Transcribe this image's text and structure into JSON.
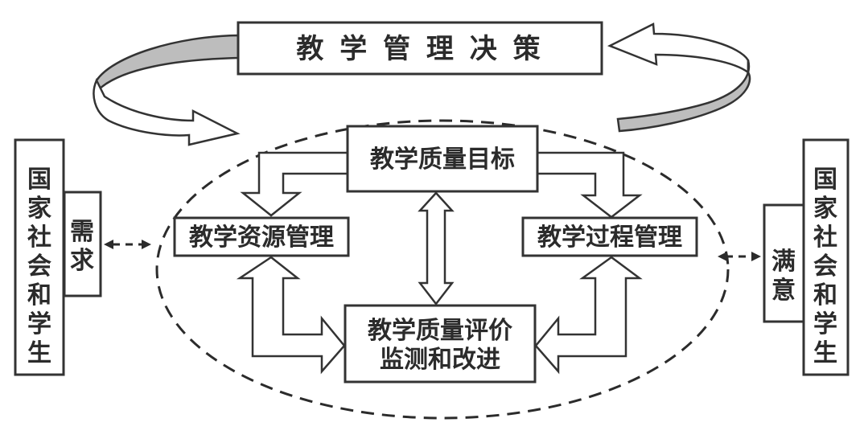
{
  "diagram": {
    "decision": {
      "label": "教 学 管 理 决 策"
    },
    "goal": {
      "label": "教学质量目标"
    },
    "resource": {
      "label": "教学资源管理"
    },
    "process": {
      "label": "教学过程管理"
    },
    "evaluation": {
      "line1": "教学质量评价",
      "line2": "监测和改进"
    },
    "left_party": {
      "chars": [
        "国",
        "家",
        "社",
        "会",
        "和",
        "学",
        "生"
      ]
    },
    "left_tag": {
      "chars": [
        "需",
        "求"
      ]
    },
    "right_party": {
      "chars": [
        "国",
        "家",
        "社",
        "会",
        "和",
        "学",
        "生"
      ]
    },
    "right_tag": {
      "chars": [
        "满",
        "意"
      ]
    },
    "colors": {
      "stroke": "#333333",
      "band_fill": "#bdbdbd",
      "background": "#ffffff"
    }
  }
}
